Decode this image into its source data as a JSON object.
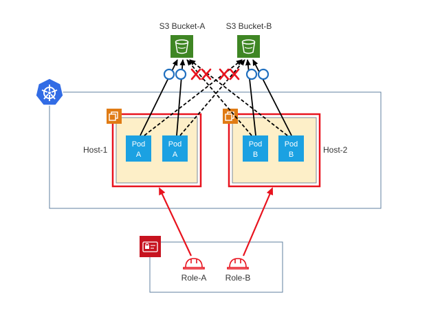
{
  "buckets": [
    {
      "label": "S3 Bucket-A",
      "color": "#3f8624"
    },
    {
      "label": "S3 Bucket-B",
      "color": "#3f8624"
    }
  ],
  "hosts": [
    {
      "label": "Host-1",
      "pods": [
        {
          "line1": "Pod",
          "line2": "A"
        },
        {
          "line1": "Pod",
          "line2": "A"
        }
      ]
    },
    {
      "label": "Host-2",
      "pods": [
        {
          "line1": "Pod",
          "line2": "B"
        },
        {
          "line1": "Pod",
          "line2": "B"
        }
      ]
    }
  ],
  "roles": [
    {
      "label": "Role-A"
    },
    {
      "label": "Role-B"
    }
  ],
  "icons": {
    "cluster": "kubernetes-icon",
    "instance": "ec2-instance-icon",
    "iam": "iam-icon",
    "bucket": "s3-bucket-icon",
    "role": "role-helmet-icon",
    "allowed": "circle-allowed-icon",
    "denied": "cross-denied-icon"
  },
  "colors": {
    "s3": "#3f8624",
    "kubernetes": "#326ce5",
    "ec2": "#e07b14",
    "iam": "#c7131f",
    "pod": "#1ba1e2",
    "host_fill": "#fdefc8",
    "highlight_red": "#e8131e",
    "allowed_blue": "#1f6fbf",
    "border_gray": "#5f7f9f"
  }
}
